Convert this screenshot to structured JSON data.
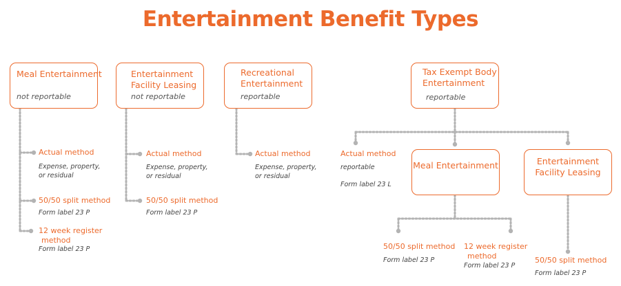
{
  "title": "Entertainment Benefit Types",
  "colors": {
    "accent": "#ec6a2c",
    "connector": "#b3b3b3",
    "text": "#444444"
  },
  "categories": {
    "meal": {
      "title": "Meal Entertainment",
      "status": "not reportable",
      "methods": {
        "actual": {
          "label": "Actual method",
          "note_line1": "Expense, property,",
          "note_line2": "or residual"
        },
        "split": {
          "label": "50/50 split  method",
          "note": "Form label 23 P"
        },
        "register": {
          "label_line1": "12 week register",
          "label_line2": "method",
          "note": "Form label 23 P"
        }
      }
    },
    "facility": {
      "title_line1": "Entertainment",
      "title_line2": "Facility Leasing",
      "status": "not reportable",
      "methods": {
        "actual": {
          "label": "Actual method",
          "note_line1": "Expense, property,",
          "note_line2": "or residual"
        },
        "split": {
          "label": "50/50 split  method",
          "note": "Form label 23 P"
        }
      }
    },
    "recreational": {
      "title_line1": "Recreational",
      "title_line2": "Entertainment",
      "status": "reportable",
      "methods": {
        "actual": {
          "label": "Actual method",
          "note_line1": "Expense, property,",
          "note_line2": "or residual"
        }
      }
    },
    "tax_exempt": {
      "title_line1": "Tax Exempt Body",
      "title_line2": "Entertainment",
      "status": "reportable",
      "actual": {
        "label": "Actual method",
        "note1": "reportable",
        "note2": "Form label 23 L"
      },
      "meal": {
        "title": "Meal Entertainment",
        "split": {
          "label": "50/50 split  method",
          "note": "Form label 23 P"
        },
        "register": {
          "label_line1": "12 week register",
          "label_line2": "method",
          "note": "Form label 23 P"
        }
      },
      "facility": {
        "title_line1": "Entertainment",
        "title_line2": "Facility Leasing",
        "split": {
          "label": "50/50 split  method",
          "note": "Form label 23 P"
        }
      }
    }
  }
}
